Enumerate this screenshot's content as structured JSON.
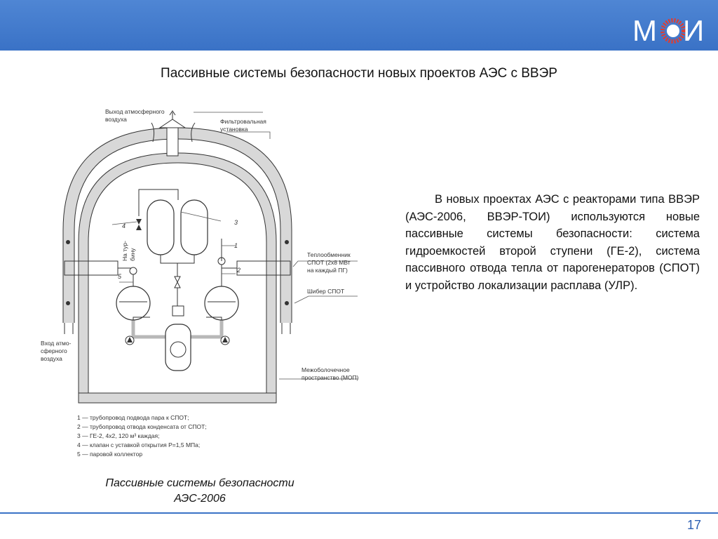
{
  "logo": {
    "text": "МЭИ"
  },
  "slide": {
    "title": "Пассивные системы безопасности новых проектов АЭС с ВВЭР",
    "paragraph": "В новых проектах АЭС с реакторами типа ВВЭР (АЭС-2006, ВВЭР-ТОИ) используются новые пассивные системы безопасности: система гидроемкостей второй ступени (ГЕ-2), система пассивного отвода тепла от парогенераторов (СПОТ) и устройство локализации расплава (УЛР).",
    "caption_line1": "Пассивные системы безопасности",
    "caption_line2": "АЭС-2006",
    "page_number": "17"
  },
  "diagram": {
    "labels": {
      "air_out_1": "Выход атмосферного",
      "air_out_2": "воздуха",
      "filter_1": "Фильтровальная",
      "filter_2": "установка",
      "to_turbine_1": "На тур-",
      "to_turbine_2": "бину",
      "hx_1": "Теплообменник",
      "hx_2": "СПОТ (2х8 МВт",
      "hx_3": "на каждый ПГ)",
      "gate": "Шибер СПОТ",
      "air_in_1": "Вход атмо-",
      "air_in_2": "сферного",
      "air_in_3": "воздуха",
      "interspace_1": "Межоболочечное",
      "interspace_2": "пространство (МОП)",
      "n1": "1",
      "n2": "2",
      "n3": "3",
      "n4": "4",
      "n5": "5"
    },
    "legend": [
      "1 — трубопровод подвода пара к СПОТ;",
      "2 — трубопровод отвода конденсата от СПОТ;",
      "3 — ГЕ-2, 4х2, 120 м³ каждая;",
      "4 — клапан с уставкой открытия Р=1,5 МПа;",
      "5 — паровой коллектор"
    ]
  },
  "colors": {
    "header": "#3a72c6",
    "accent": "#2c5fb3",
    "wall": "#d8d8d8",
    "line": "#333333"
  }
}
